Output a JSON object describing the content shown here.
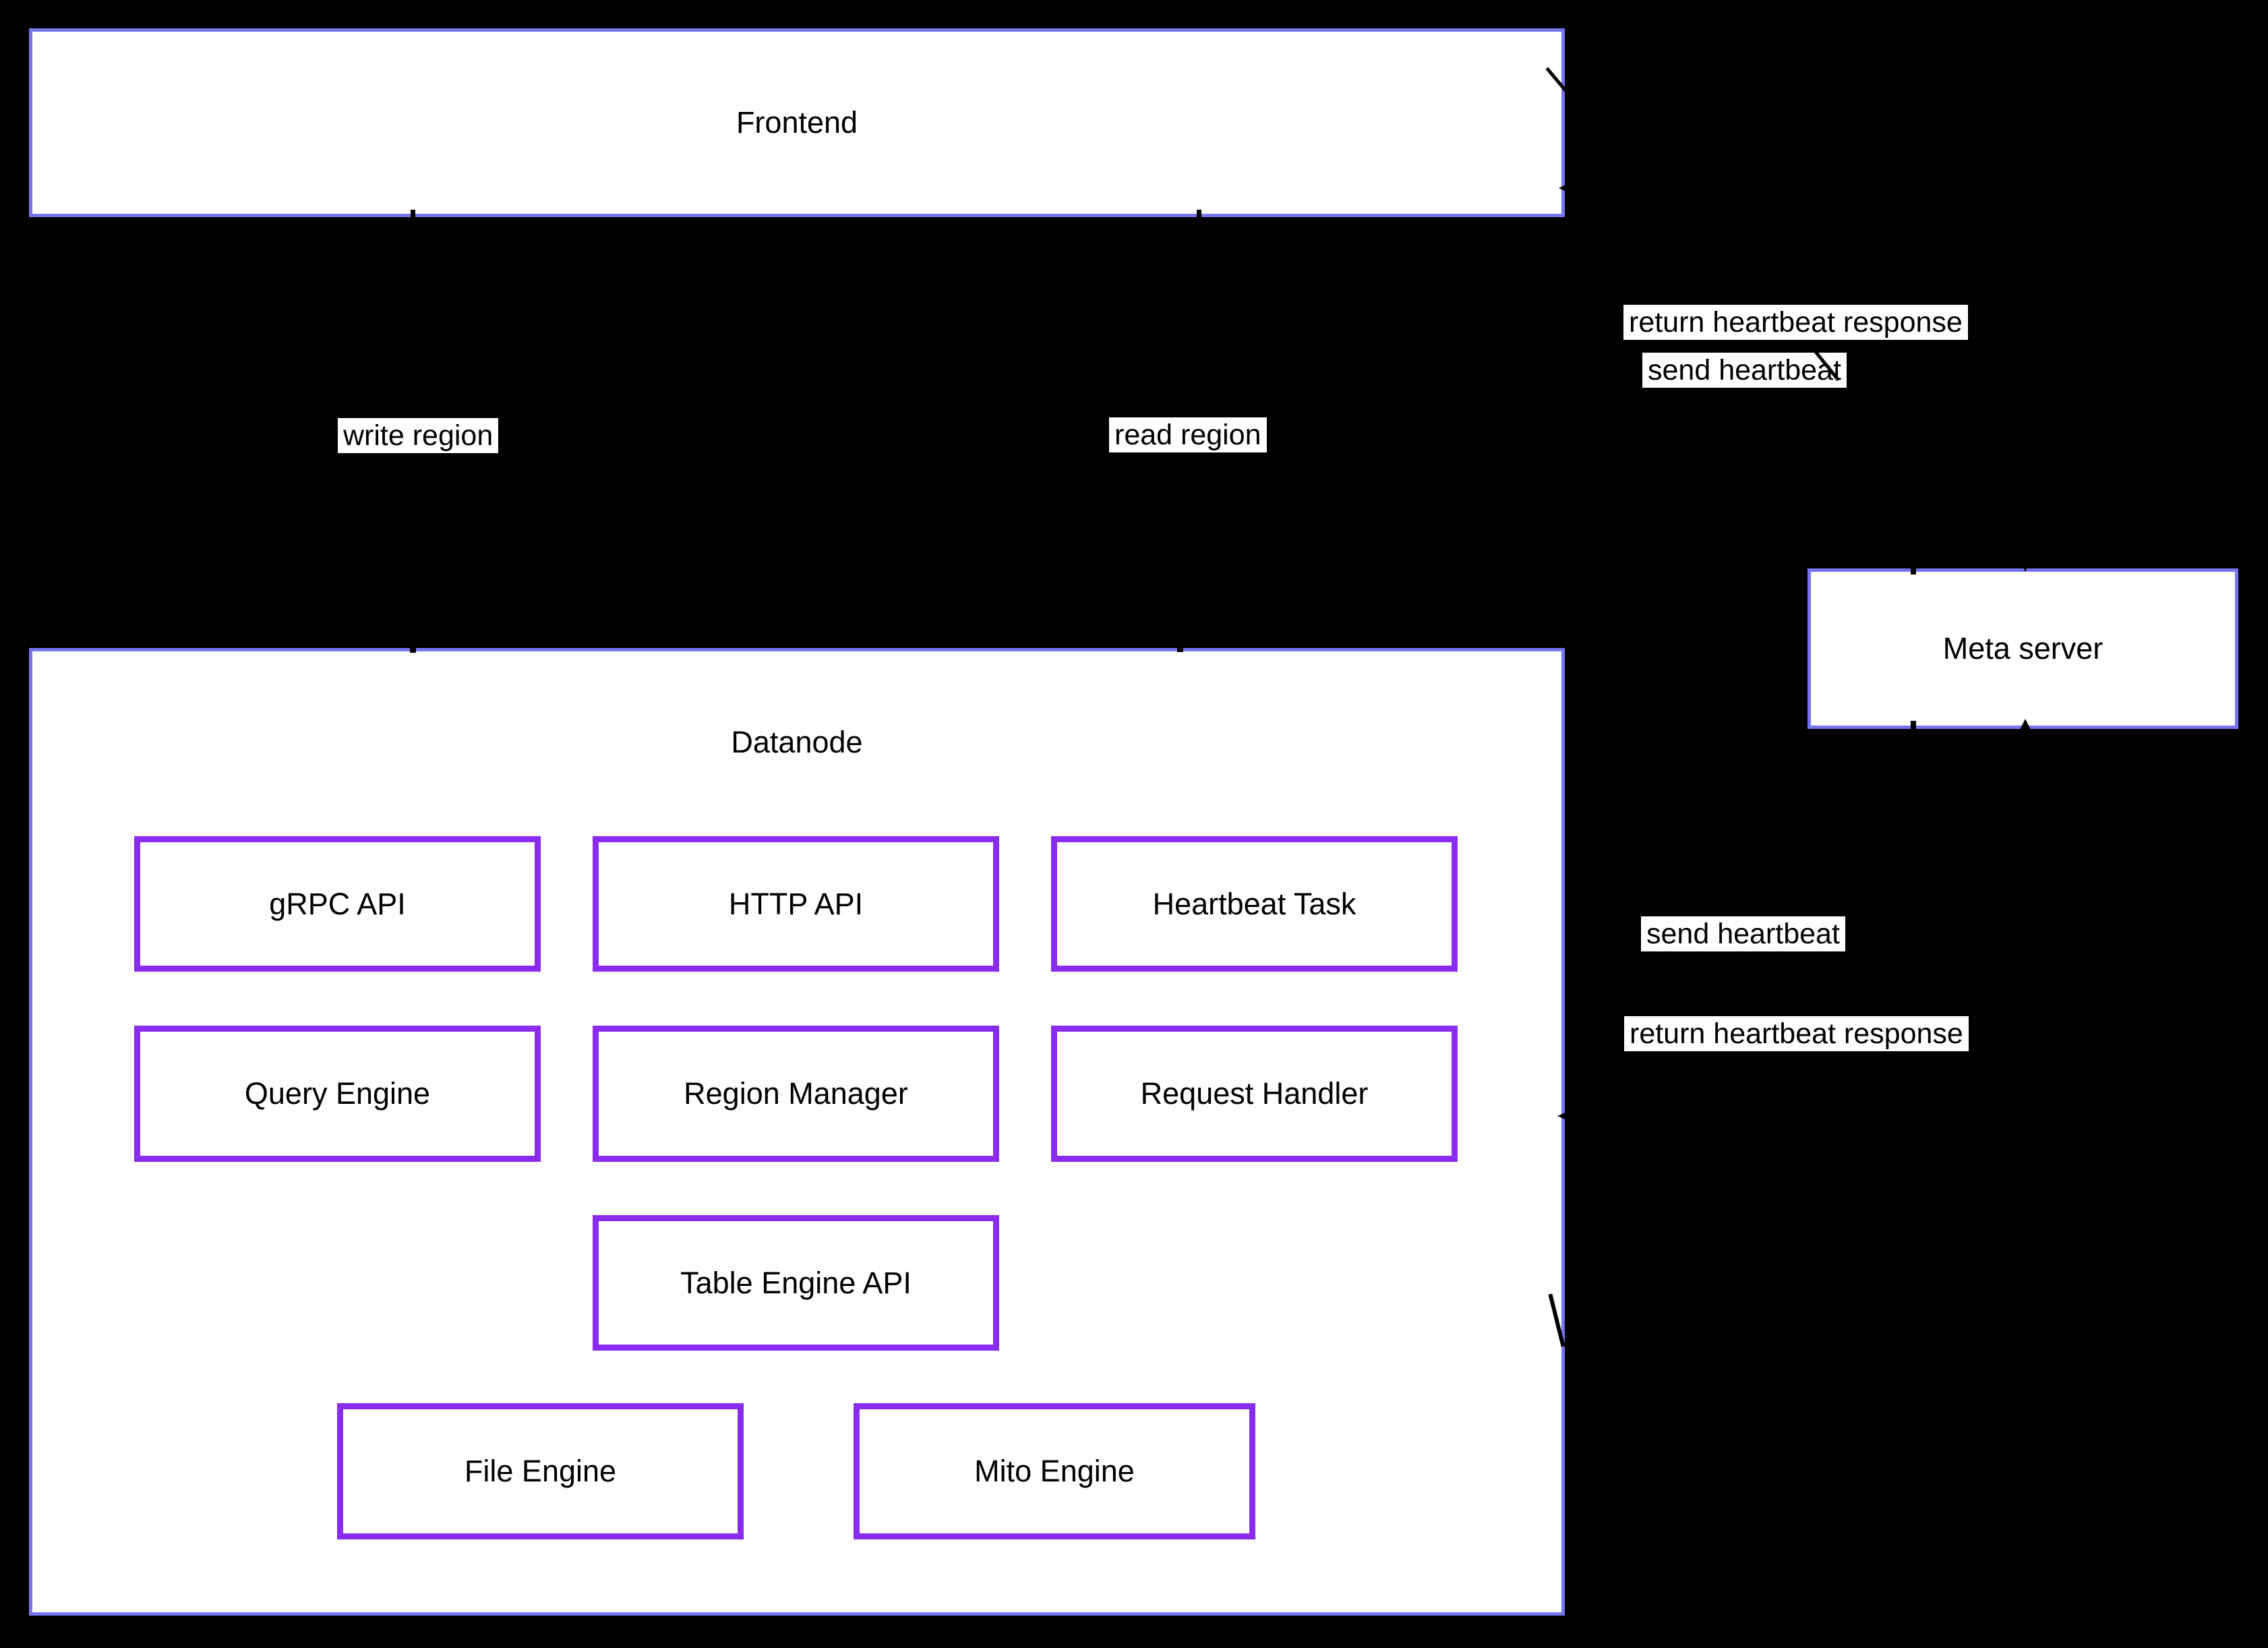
{
  "diagram": {
    "clusters": {
      "frontend": {
        "label": "Frontend"
      },
      "datanode": {
        "label": "Datanode"
      }
    },
    "nodes": {
      "meta_server": {
        "label": "Meta server"
      },
      "grpc_api": {
        "label": "gRPC API"
      },
      "http_api": {
        "label": "HTTP API"
      },
      "heartbeat_task": {
        "label": "Heartbeat Task"
      },
      "query_engine": {
        "label": "Query Engine"
      },
      "region_manager": {
        "label": "Region Manager"
      },
      "request_handler": {
        "label": "Request Handler"
      },
      "table_engine_api": {
        "label": "Table Engine API"
      },
      "file_engine": {
        "label": "File Engine"
      },
      "mito_engine": {
        "label": "Mito Engine"
      }
    },
    "edges": {
      "frontend_write_region": {
        "label": "write region"
      },
      "frontend_read_region": {
        "label": "read region"
      },
      "frontend_send_heartbeat": {
        "label": "send heartbeat"
      },
      "frontend_return_heartbeat": {
        "label": "return heartbeat response"
      },
      "datanode_send_heartbeat": {
        "label": "send heartbeat"
      },
      "datanode_return_heartbeat": {
        "label": "return heartbeat response"
      }
    },
    "colors": {
      "background": "#000000",
      "cluster_border": "#7575f2",
      "node_border": "#8a2bf0",
      "node_fill": "#ffffff",
      "edge_label_bg": "#ffffff",
      "text": "#000000",
      "edge_line": "#000000"
    }
  }
}
